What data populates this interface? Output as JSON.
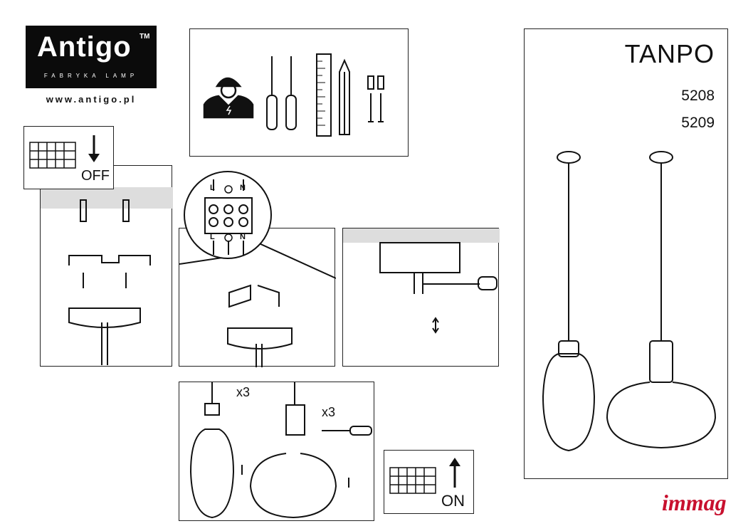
{
  "brand": {
    "name": "Antigo",
    "tm": "TM",
    "tagline": "FABRYKA LAMP",
    "url": "www.antigo.pl"
  },
  "product": {
    "title": "TANPO",
    "codes": [
      "5208",
      "5209"
    ]
  },
  "switch_off": {
    "label": "OFF"
  },
  "switch_on": {
    "label": "ON"
  },
  "wiring": {
    "top_labels": [
      "L",
      "N"
    ],
    "bottom_labels": [
      "L",
      "N"
    ]
  },
  "step4": {
    "qty_left": "x3",
    "qty_right": "x3"
  },
  "distributor": {
    "name": "immag",
    "color": "#c8102e"
  }
}
